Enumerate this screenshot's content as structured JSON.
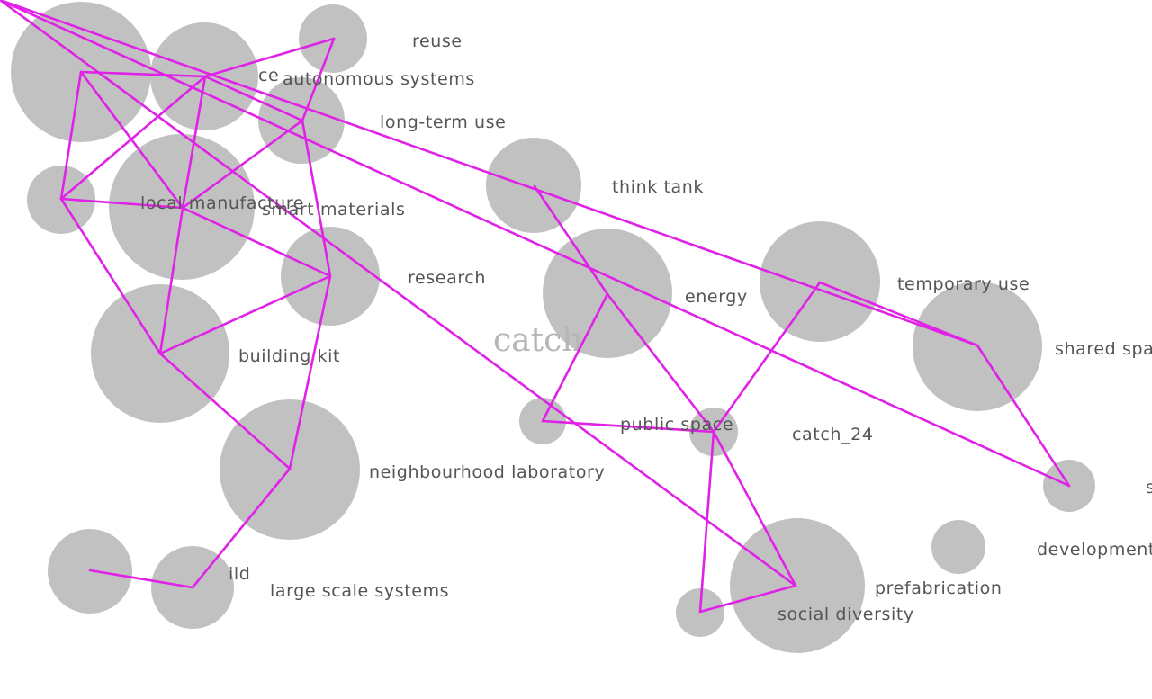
{
  "nodes": [
    {
      "id": "n_big_tl",
      "label": ""
    },
    {
      "id": "n_ce",
      "label": "ce"
    },
    {
      "id": "reuse",
      "label": "reuse"
    },
    {
      "id": "autonomous-systems",
      "label": "autonomous systems"
    },
    {
      "id": "long-term-use",
      "label": "long-term use"
    },
    {
      "id": "n_small_left",
      "label": ""
    },
    {
      "id": "local-manufacture",
      "label": "local manufacture"
    },
    {
      "id": "smart-materials",
      "label": "smart materials"
    },
    {
      "id": "research",
      "label": "research"
    },
    {
      "id": "building-kit",
      "label": "building kit"
    },
    {
      "id": "neighbourhood-laboratory",
      "label": "neighbourhood laboratory"
    },
    {
      "id": "n_bottom_left",
      "label": ""
    },
    {
      "id": "n_ild",
      "label": "ild"
    },
    {
      "id": "large-scale-systems",
      "label": "large scale systems"
    },
    {
      "id": "think-tank",
      "label": "think tank"
    },
    {
      "id": "energy",
      "label": "energy"
    },
    {
      "id": "n_small_mid",
      "label": ""
    },
    {
      "id": "public-space",
      "label": "public space"
    },
    {
      "id": "catch-24",
      "label": "catch_24"
    },
    {
      "id": "temporary-use",
      "label": "temporary use"
    },
    {
      "id": "shared-space",
      "label": "shared spa"
    },
    {
      "id": "n_right_small",
      "label": "s"
    },
    {
      "id": "development",
      "label": "development"
    },
    {
      "id": "prefabrication",
      "label": "prefabrication"
    },
    {
      "id": "social-diversity",
      "label": "social diversity"
    },
    {
      "id": "n_bottom_mid",
      "label": ""
    }
  ],
  "ghost_text": "catch",
  "edges": [
    [
      "n_big_tl",
      "n_ce"
    ],
    [
      "n_big_tl",
      "n_small_left"
    ],
    [
      "n_big_tl",
      "local-manufacture"
    ],
    [
      "n_ce",
      "reuse"
    ],
    [
      "n_ce",
      "n_small_left"
    ],
    [
      "n_ce",
      "local-manufacture"
    ],
    [
      "n_ce",
      "long-term-use"
    ],
    [
      "reuse",
      "long-term-use"
    ],
    [
      "long-term-use",
      "local-manufacture"
    ],
    [
      "long-term-use",
      "research"
    ],
    [
      "n_small_left",
      "local-manufacture"
    ],
    [
      "n_small_left",
      "building-kit"
    ],
    [
      "local-manufacture",
      "research"
    ],
    [
      "local-manufacture",
      "building-kit"
    ],
    [
      "research",
      "building-kit"
    ],
    [
      "research",
      "neighbourhood-laboratory"
    ],
    [
      "building-kit",
      "neighbourhood-laboratory"
    ],
    [
      "neighbourhood-laboratory",
      "n_ild"
    ],
    [
      "n_bottom_left",
      "n_ild"
    ],
    [
      "think-tank",
      "energy"
    ],
    [
      "energy",
      "n_small_mid"
    ],
    [
      "energy",
      "public-space"
    ],
    [
      "n_small_mid",
      "public-space"
    ],
    [
      "public-space",
      "temporary-use"
    ],
    [
      "public-space",
      "n_bottom_mid"
    ],
    [
      "public-space",
      "social-diversity"
    ],
    [
      "temporary-use",
      "shared-space"
    ],
    [
      "shared-space",
      "n_right_small"
    ],
    [
      "shared-space",
      "development"
    ],
    [
      "n_right_small",
      "development"
    ],
    [
      "development",
      "social-diversity"
    ],
    [
      "social-diversity",
      "n_bottom_mid"
    ]
  ]
}
